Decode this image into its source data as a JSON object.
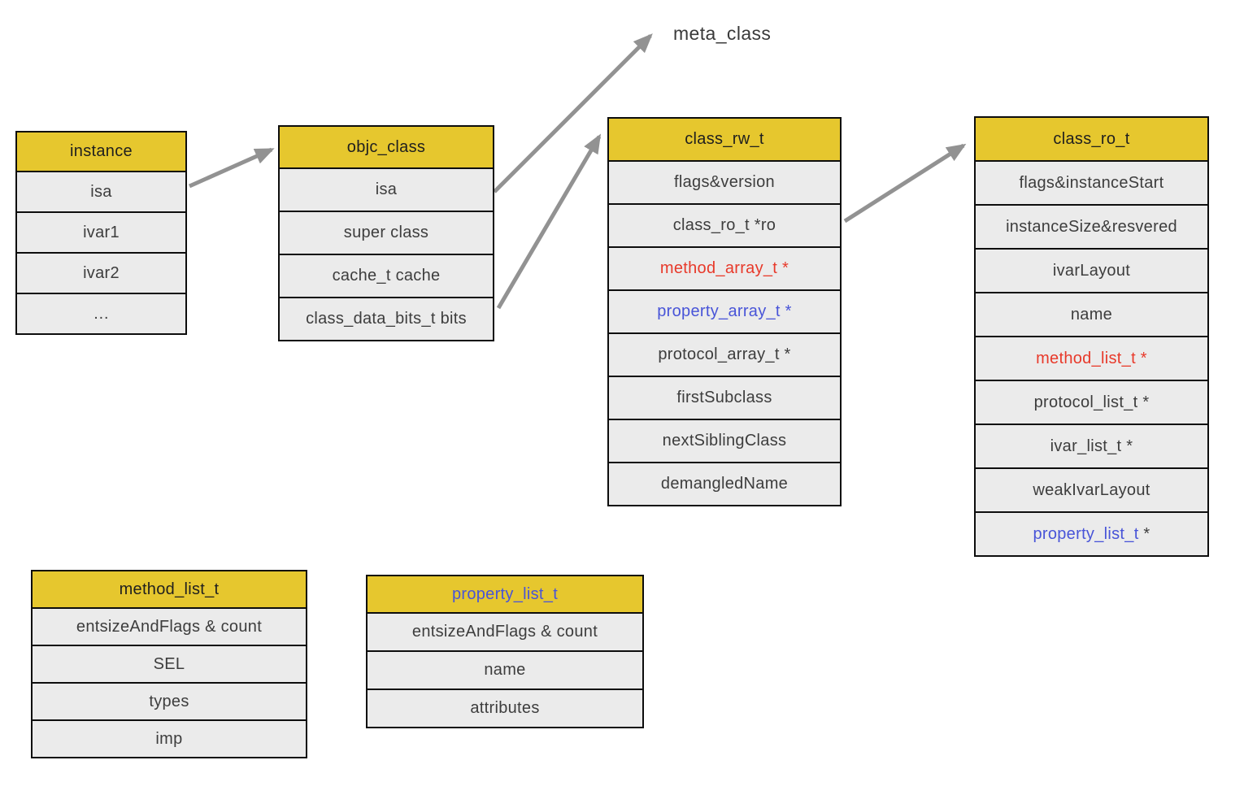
{
  "colors": {
    "header_fill": "#e6c72e",
    "row_fill": "#ebebeb",
    "border": "#0d0d0d",
    "arrow": "#929292",
    "text": "#3d3d3d",
    "red": "#e8392a",
    "blue": "#4854d8"
  },
  "meta_class_label": "meta_class",
  "tables": {
    "instance": {
      "title": "instance",
      "rows": [
        {
          "text": "isa"
        },
        {
          "text": "ivar1"
        },
        {
          "text": "ivar2"
        },
        {
          "text": "…"
        }
      ]
    },
    "objc_class": {
      "title": "objc_class",
      "rows": [
        {
          "text": "isa"
        },
        {
          "text": "super class"
        },
        {
          "text": "cache_t cache"
        },
        {
          "text": "class_data_bits_t bits"
        }
      ]
    },
    "class_rw_t": {
      "title": "class_rw_t",
      "rows": [
        {
          "text": "flags&version"
        },
        {
          "text": "class_ro_t *ro"
        },
        {
          "text": "method_array_t *",
          "color": "#e8392a"
        },
        {
          "text": "property_array_t *",
          "color": "#4854d8"
        },
        {
          "text": "protocol_array_t *"
        },
        {
          "text": "firstSubclass"
        },
        {
          "text": "nextSiblingClass"
        },
        {
          "text": "demangledName"
        }
      ]
    },
    "class_ro_t": {
      "title": "class_ro_t",
      "rows": [
        {
          "text": "flags&instanceStart"
        },
        {
          "text": "instanceSize&resvered"
        },
        {
          "text": "ivarLayout"
        },
        {
          "text": "name"
        },
        {
          "text": "method_list_t *",
          "color": "#e8392a"
        },
        {
          "text": "protocol_list_t *"
        },
        {
          "text": "ivar_list_t *"
        },
        {
          "text": "weakIvarLayout"
        },
        {
          "text": "property_list_t",
          "color": "#4854d8",
          "suffix": " *"
        }
      ]
    },
    "method_list_t": {
      "title": "method_list_t",
      "rows": [
        {
          "text": "entsizeAndFlags & count"
        },
        {
          "text": "SEL"
        },
        {
          "text": "types"
        },
        {
          "text": "imp"
        }
      ]
    },
    "property_list_t": {
      "title": "property_list_t",
      "title_color": "#4854d8",
      "rows": [
        {
          "text": "entsizeAndFlags & count"
        },
        {
          "text": "name"
        },
        {
          "text": "attributes"
        }
      ]
    }
  },
  "connections": [
    {
      "from": "instance.isa",
      "to": "objc_class"
    },
    {
      "from": "objc_class.isa",
      "to": "meta_class"
    },
    {
      "from": "objc_class.class_data_bits_t bits",
      "to": "class_rw_t"
    },
    {
      "from": "class_rw_t.class_ro_t *ro",
      "to": "class_ro_t"
    }
  ]
}
